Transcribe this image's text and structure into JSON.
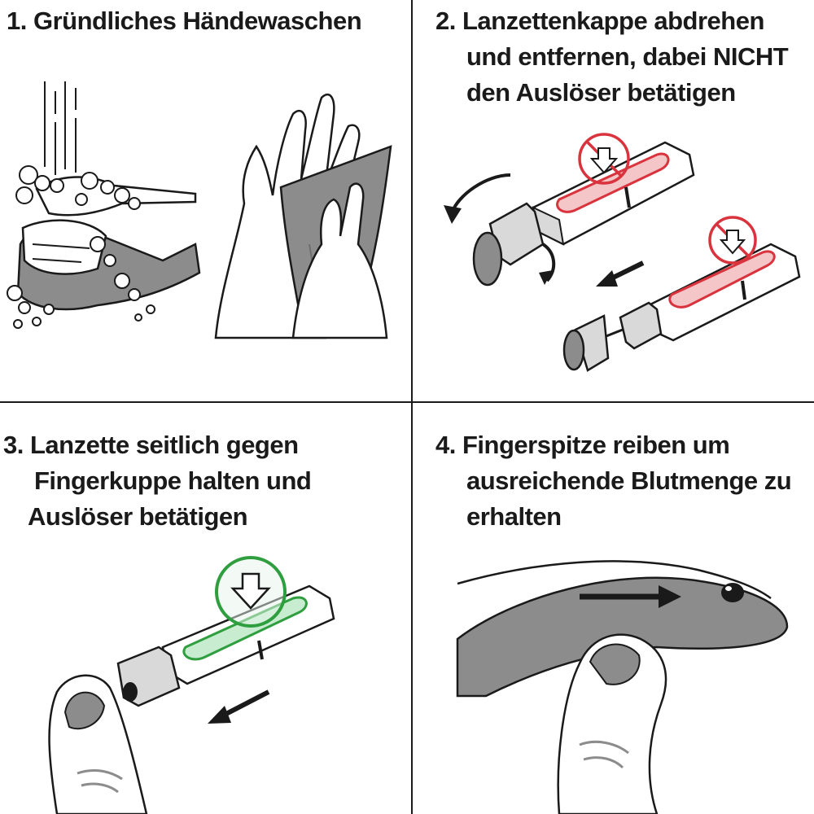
{
  "steps": [
    {
      "lines": [
        "1. Gründliches Händewaschen"
      ]
    },
    {
      "lines": [
        "2. Lanzettenkappe abdrehen",
        "und entfernen, dabei NICHT",
        "den Auslöser betätigen"
      ]
    },
    {
      "lines": [
        "3. Lanzette seitlich gegen",
        "Fingerkuppe halten und",
        "Auslöser betätigen"
      ]
    },
    {
      "lines": [
        "4. Fingerspitze reiben um",
        "ausreichende Blutmenge zu",
        "erhalten"
      ]
    }
  ],
  "colors": {
    "ink": "#1a1a1a",
    "gray": "#8c8c8c",
    "light_gray": "#d9d9d9",
    "warning_red": "#d9343e",
    "ok_green": "#2e9e3e"
  },
  "icons": [
    "hand-washing-illustration",
    "hand-drying-illustration",
    "lancet-cap-twist-illustration",
    "lancet-cap-removed-illustration",
    "lancet-finger-illustration",
    "finger-rub-illustration",
    "no-press-warning-icon",
    "press-trigger-icon",
    "arrow-icon"
  ]
}
